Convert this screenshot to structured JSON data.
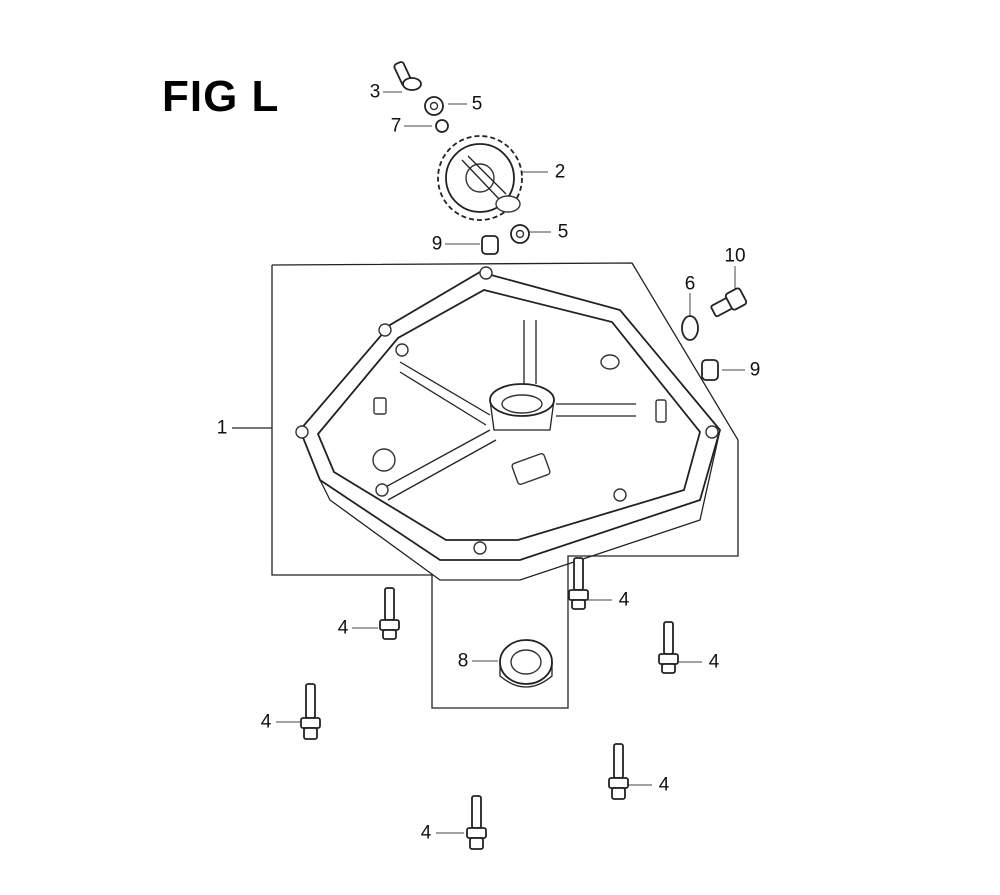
{
  "figure": {
    "title": "FIG L",
    "callouts": {
      "c1": "1",
      "c2": "2",
      "c3": "3",
      "c4": "4",
      "c5": "5",
      "c6": "6",
      "c7": "7",
      "c8": "8",
      "c9": "9",
      "c10": "10"
    }
  }
}
